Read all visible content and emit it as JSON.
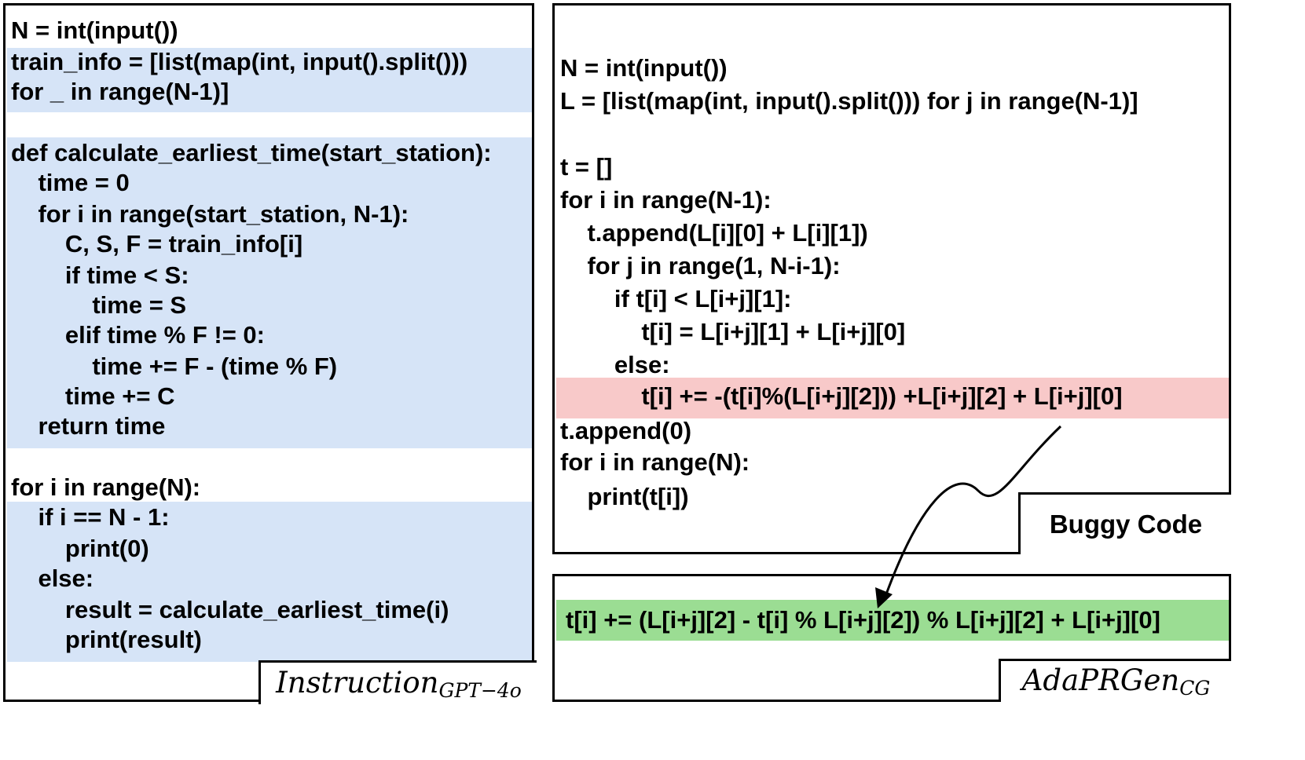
{
  "left_panel": {
    "code_lines": [
      "N = int(input())",
      "train_info = [list(map(int, input().split()))",
      "for _ in range(N-1)]",
      "",
      "def calculate_earliest_time(start_station):",
      "    time = 0",
      "    for i in range(start_station, N-1):",
      "        C, S, F = train_info[i]",
      "        if time < S:",
      "            time = S",
      "        elif time % F != 0:",
      "            time += F - (time % F)",
      "        time += C",
      "    return time",
      "",
      "for i in range(N):",
      "    if i == N - 1:",
      "        print(0)",
      "    else:",
      "        result = calculate_earliest_time(i)",
      "        print(result)"
    ],
    "label_main": "Instruction",
    "label_sub": "GPT−4o"
  },
  "right_panel": {
    "code_lines": [
      "N = int(input())",
      "L = [list(map(int, input().split())) for j in range(N-1)]",
      "",
      "t = []",
      "for i in range(N-1):",
      "    t.append(L[i][0] + L[i][1])",
      "    for j in range(1, N-i-1):",
      "        if t[i] < L[i+j][1]:",
      "            t[i] = L[i+j][1] + L[i+j][0]",
      "        else:",
      "            t[i] += -(t[i]%(L[i+j][2])) +L[i+j][2] + L[i+j][0]",
      "t.append(0)",
      "for i in range(N):",
      "    print(t[i])"
    ],
    "label": "Buggy Code"
  },
  "fix_panel": {
    "code_line": "t[i] += (L[i+j][2] - t[i] % L[i+j][2]) % L[i+j][2] + L[i+j][0]",
    "label_main": "AdaPRGen",
    "label_sub": "CG"
  },
  "colors": {
    "highlight_blue": "#d6e4f7",
    "highlight_red": "#f8c9c9",
    "highlight_green": "#9bdd93"
  }
}
